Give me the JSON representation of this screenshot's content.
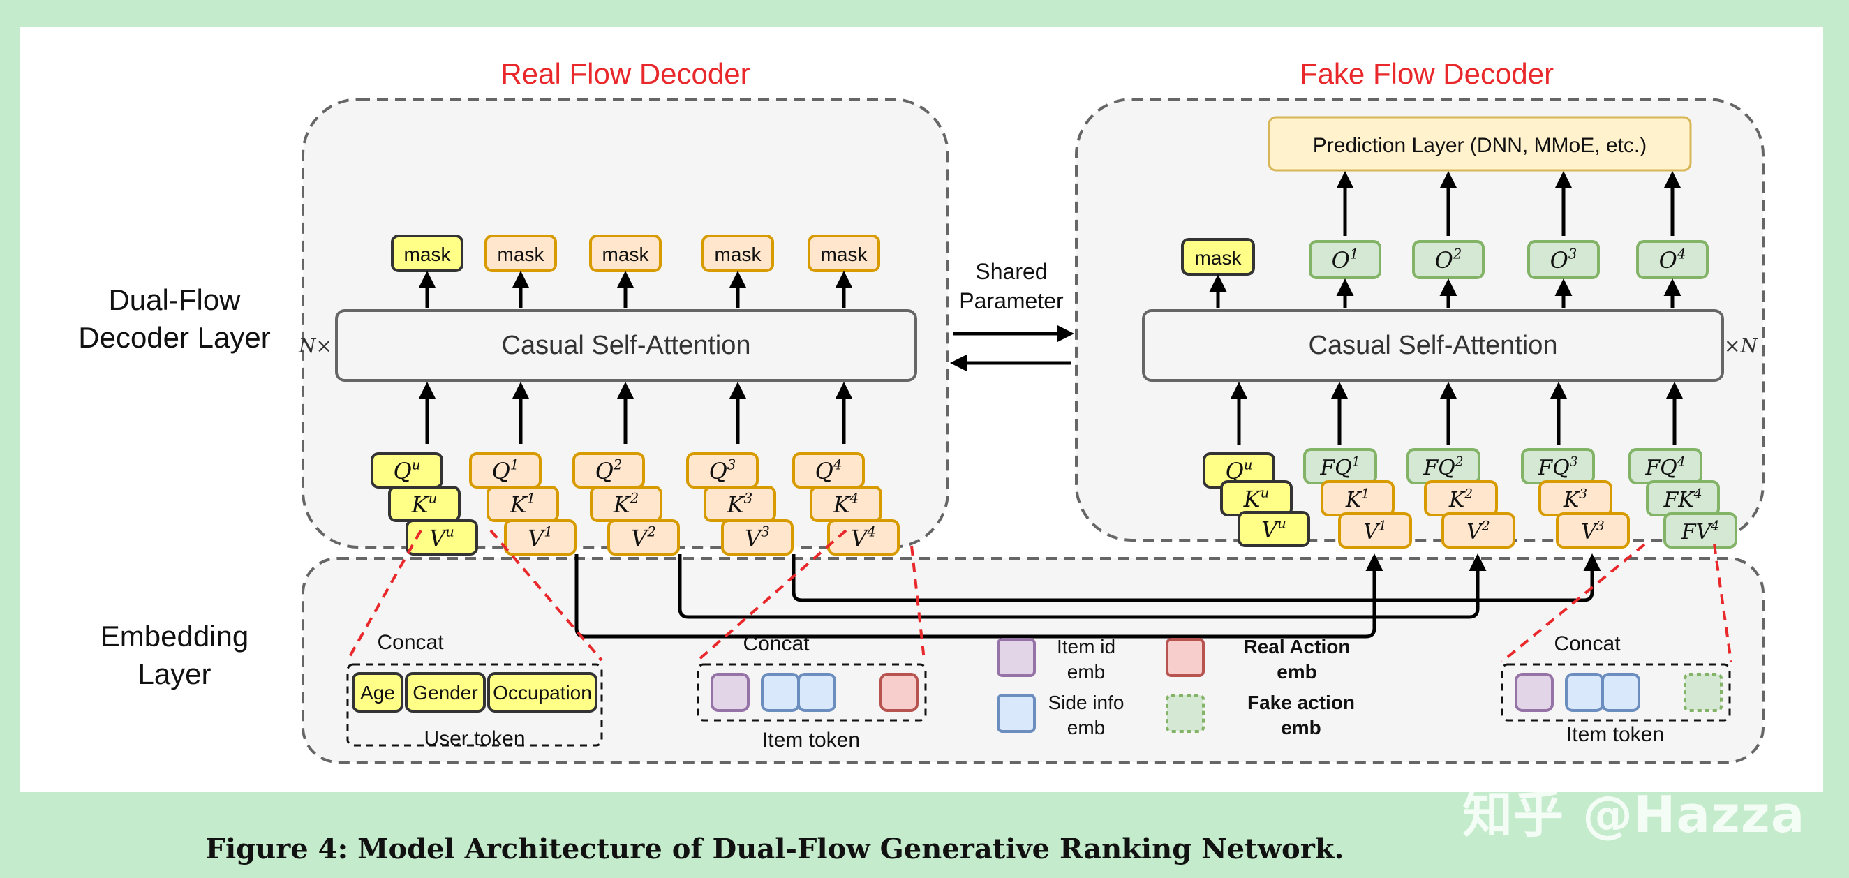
{
  "caption": "Figure 4: Model Architecture of Dual-Flow Generative Ranking Network.",
  "watermark": "知乎 @Hazza",
  "real_decoder": {
    "title": "Real Flow Decoder",
    "attention_label": "Casual Self-Attention",
    "repeat": "N×",
    "masks": [
      "mask",
      "mask",
      "mask",
      "mask",
      "mask"
    ],
    "tokens": [
      {
        "q": "Q",
        "qs": "u",
        "k": "K",
        "ks": "u",
        "v": "V",
        "vs": "u"
      },
      {
        "q": "Q",
        "qs": "1",
        "k": "K",
        "ks": "1",
        "v": "V",
        "vs": "1"
      },
      {
        "q": "Q",
        "qs": "2",
        "k": "K",
        "ks": "2",
        "v": "V",
        "vs": "2"
      },
      {
        "q": "Q",
        "qs": "3",
        "k": "K",
        "ks": "3",
        "v": "V",
        "vs": "3"
      },
      {
        "q": "Q",
        "qs": "4",
        "k": "K",
        "ks": "4",
        "v": "V",
        "vs": "4"
      }
    ]
  },
  "fake_decoder": {
    "title": "Fake Flow Decoder",
    "attention_label": "Casual Self-Attention",
    "repeat": "×N",
    "prediction_label": "Prediction Layer (DNN, MMoE, etc.)",
    "mask": "mask",
    "outputs": [
      {
        "o": "O",
        "os": "1"
      },
      {
        "o": "O",
        "os": "2"
      },
      {
        "o": "O",
        "os": "3"
      },
      {
        "o": "O",
        "os": "4"
      }
    ],
    "user_token": {
      "q": "Q",
      "qs": "u",
      "k": "K",
      "ks": "u",
      "v": "V",
      "vs": "u"
    },
    "tokens": [
      {
        "q": "FQ",
        "qs": "1",
        "k": "K",
        "ks": "1",
        "v": "V",
        "vs": "1"
      },
      {
        "q": "FQ",
        "qs": "2",
        "k": "K",
        "ks": "2",
        "v": "V",
        "vs": "2"
      },
      {
        "q": "FQ",
        "qs": "3",
        "k": "K",
        "ks": "3",
        "v": "V",
        "vs": "3"
      },
      {
        "q": "FQ",
        "qs": "4",
        "k": "FK",
        "ks": "4",
        "v": "FV",
        "vs": "4"
      }
    ]
  },
  "shared": {
    "line1": "Shared",
    "line2": "Parameter"
  },
  "layer_labels": {
    "decoder_line1": "Dual-Flow",
    "decoder_line2": "Decoder Layer",
    "embedding_line1": "Embedding",
    "embedding_line2": "Layer"
  },
  "embedding": {
    "user_group": {
      "concat": "Concat",
      "fields": [
        "Age",
        "Gender",
        "Occupation"
      ],
      "label": "User token"
    },
    "item_group_real": {
      "concat": "Concat",
      "label": "Item token"
    },
    "item_group_fake": {
      "concat": "Concat",
      "label": "Item token"
    },
    "legend": [
      {
        "line1": "Item id",
        "line2": "emb",
        "color": "#e1d5e7"
      },
      {
        "line1": "Side info",
        "line2": "emb",
        "color": "#dae8fc"
      },
      {
        "line1": "Real Action",
        "line2": "emb",
        "color": "#f8cecc"
      },
      {
        "line1": "Fake action",
        "line2": "emb",
        "color": "#d5e8d4"
      }
    ]
  },
  "colors": {
    "red_title": "#e8282b",
    "user_fill": "#ffff88",
    "item_fill": "#ffe6cc",
    "item_stroke": "#d79b00",
    "fake_fill": "#d5e8d4",
    "fake_stroke": "#82b366",
    "prediction_fill": "#fff2cc"
  }
}
